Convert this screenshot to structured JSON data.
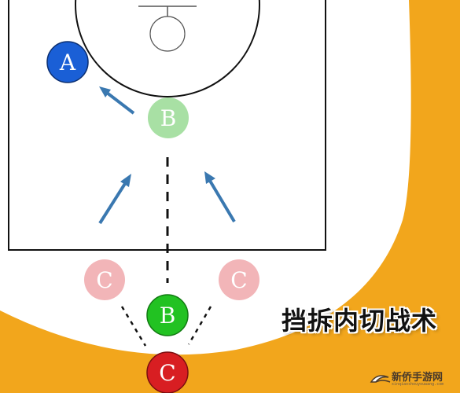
{
  "players": {
    "a_top": {
      "label": "A",
      "fill": "#1a5fd6"
    },
    "b_top": {
      "label": "B",
      "fill": "#a8e0a4"
    },
    "c_left": {
      "label": "C",
      "fill": "#f2b5b8"
    },
    "c_right": {
      "label": "C",
      "fill": "#f2b5b8"
    },
    "b_bottom": {
      "label": "B",
      "fill": "#22c222"
    },
    "c_bottom": {
      "label": "C",
      "fill": "#d81e22"
    }
  },
  "caption": "挡拆内切战术",
  "watermark": {
    "name": "新侨手游网",
    "url": "xinqiaoshouyouwang.com"
  },
  "colors": {
    "court_orange": "#f2a61c",
    "arrow_blue": "#3a78b0",
    "line": "#111111"
  }
}
